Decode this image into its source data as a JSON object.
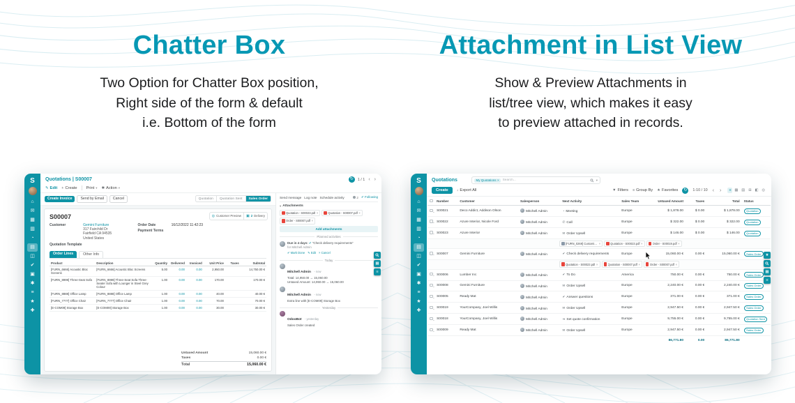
{
  "hero": {
    "left": {
      "title": "Chatter Box",
      "subtitle": "Two Option for Chatter Box position,\nRight side of the form & default\ni.e. Bottom of the form"
    },
    "right": {
      "title": "Attachment in List View",
      "subtitle": "Show & Preview Attachments in\nlist/tree view, which makes it easy\nto preview attached in records."
    }
  },
  "theme": {
    "teal": "#0d93a5",
    "heading_teal": "#0798b4",
    "pdf_red": "#e8453c"
  },
  "sidebar": {
    "logo": "S",
    "icons": [
      {
        "name": "home",
        "glyph": "⌂"
      },
      {
        "name": "discuss",
        "glyph": "✉"
      },
      {
        "name": "calendar",
        "glyph": "▦"
      },
      {
        "name": "contacts",
        "glyph": "▥"
      },
      {
        "name": "crm",
        "glyph": "◔"
      },
      {
        "name": "sales",
        "glyph": "▤",
        "active": true
      },
      {
        "name": "dashboard",
        "glyph": "◫"
      },
      {
        "name": "project",
        "glyph": "✔"
      },
      {
        "name": "inventory",
        "glyph": "▣"
      },
      {
        "name": "purchase",
        "glyph": "✱"
      },
      {
        "name": "accounting",
        "glyph": "≡"
      },
      {
        "name": "employees",
        "glyph": "★"
      },
      {
        "name": "settings",
        "glyph": "✚"
      }
    ]
  },
  "form": {
    "breadcrumb": "Quotations | S00007",
    "pager": "1 / 1",
    "actions": {
      "edit": "Edit",
      "create": "Create",
      "print": "Print",
      "action": "Action"
    },
    "buttons": {
      "create_invoice": "Create Invoice",
      "send_by_email": "Send by Email",
      "cancel": "Cancel"
    },
    "statusbar": [
      "Quotation",
      "Quotation Sent",
      "Sales Order"
    ],
    "statusbar_active": "Sales Order",
    "stat_buttons": [
      {
        "icon": "◎",
        "icon_name": "customer-preview-icon",
        "label": "Customer Preview"
      },
      {
        "icon": "▣",
        "icon_name": "delivery-icon",
        "count": "2",
        "label": "Delivery"
      }
    ],
    "record_name": "S00007",
    "fields": {
      "customer_label": "Customer",
      "customer_name": "Gemini Furniture",
      "customer_address": "317 Fairchild Dr\nFairfield CA 94535\nUnited States",
      "order_date_label": "Order Date",
      "order_date": "16/12/2022 11:42:23",
      "payment_terms_label": "Payment Terms",
      "payment_terms": "",
      "quotation_template_label": "Quotation Template"
    },
    "tabs": [
      {
        "label": "Order Lines",
        "active": true
      },
      {
        "label": "Other Info"
      }
    ],
    "table": {
      "headers": [
        "Product",
        "Description",
        "Quantity",
        "Delivered",
        "Invoiced",
        "Unit Price",
        "Taxes",
        "Subtotal"
      ],
      "rows": [
        [
          "[FURN_6666] Acoustic Bloc Screens",
          "[FURN_6666] Acoustic Bloc Screens",
          "5.00",
          "0.00",
          "0.00",
          "2,950.00",
          "",
          "14,750.00 €"
        ],
        [
          "[FURN_8999] Three-Seat Sofa",
          "[FURN_8999] Three-Seat Sofa Three-Seater Sofa with Lounger in Steel Grey Colour",
          "1.00",
          "0.00",
          "0.00",
          "170.00",
          "",
          "170.00 €"
        ],
        [
          "[FURN_8888] Office Lamp",
          "[FURN_8888] Office Lamp",
          "1.00",
          "0.00",
          "0.00",
          "40.00",
          "",
          "40.00 €"
        ],
        [
          "[FURN_7777] Office Chair",
          "[FURN_7777] Office Chair",
          "1.00",
          "0.00",
          "0.00",
          "70.00",
          "",
          "70.00 €"
        ],
        [
          "[E-COM09] Storage Box",
          "[E-COM09] Storage Box",
          "1.00",
          "0.00",
          "0.00",
          "30.00",
          "",
          "30.00 €"
        ]
      ]
    },
    "totals": {
      "untaxed_label": "Untaxed Amount",
      "untaxed": "15,060.00 €",
      "taxes_label": "Taxes",
      "taxes": "0.00 €",
      "total_label": "Total",
      "total": "15,060.00 €"
    },
    "quick_actions": [
      {
        "name": "search"
      },
      {
        "name": "apps-grid",
        "glyph": "▦"
      },
      {
        "name": "quick-menu",
        "glyph": "≡"
      }
    ]
  },
  "chatter": {
    "tabs": [
      "Send message",
      "Log note",
      "Schedule activity"
    ],
    "following_label": "Following",
    "followers_count": "2",
    "attachments_label": "Attachments",
    "attachments": [
      {
        "name": "Quotation - S00023.pdf",
        "kind": "pdf"
      },
      {
        "name": "Quotation - S00007.pdf",
        "kind": "pdf"
      },
      {
        "name": "Order - S00007.pdf",
        "kind": "pdf"
      }
    ],
    "add_attachments_label": "Add attachments",
    "planned_label": "Planned activities",
    "activity": {
      "summary_prefix": "Due in 4 days:",
      "title": "“Check delivery requirements”",
      "assignee": "for Mitchell Admin",
      "actions": [
        {
          "name": "mark-done-button",
          "icon": "✔",
          "label": "Mark Done"
        },
        {
          "name": "edit-activity-button",
          "icon": "✎",
          "label": "Edit"
        },
        {
          "name": "cancel-activity-button",
          "icon": "×",
          "label": "Cancel"
        }
      ]
    },
    "feed": [
      {
        "divider": "Today"
      },
      {
        "author": "Mitchell Admin",
        "time": "- now",
        "lines": [
          "Total: 14,950.00 → 15,060.00",
          "Untaxed Amount: 14,950.00 → 15,060.00"
        ]
      },
      {
        "author": "Mitchell Admin",
        "time": "- now",
        "lines": [
          "Extra line with [E-COM09] Storage Box"
        ]
      },
      {
        "divider": "Yesterday"
      },
      {
        "author": "OdooBot",
        "time": "- yesterday",
        "bot": true,
        "lines": [
          "Sales Order created"
        ]
      }
    ]
  },
  "list": {
    "breadcrumb": "Quotations",
    "search": {
      "facet": "My Quotations",
      "placeholder": "Search..."
    },
    "create_label": "Create",
    "export_label": "Export All",
    "filters_label": "Filters",
    "group_by_label": "Group By",
    "favorites_label": "Favorites",
    "pager": "1-10 / 10",
    "columns": [
      {
        "key": "check",
        "label": ""
      },
      {
        "key": "number",
        "label": "Number"
      },
      {
        "key": "customer",
        "label": "Customer"
      },
      {
        "key": "salesperson",
        "label": "Salesperson"
      },
      {
        "key": "activity",
        "label": "Next Activity"
      },
      {
        "key": "team",
        "label": "Sales Team"
      },
      {
        "key": "untaxed",
        "label": "Untaxed Amount"
      },
      {
        "key": "taxes",
        "label": "Taxes"
      },
      {
        "key": "total",
        "label": "Total"
      },
      {
        "key": "status",
        "label": "Status"
      }
    ],
    "rows": [
      {
        "number": "S00021",
        "customer": "Deco Addict, Addison Olson",
        "salesperson": "Mitchell Admin",
        "activity_icon": "◔",
        "activity": "Meeting",
        "team": "Europe",
        "untaxed": "$ 1,878.00",
        "taxes": "$ 0.00",
        "total": "$ 1,878.00",
        "status": "Quotation"
      },
      {
        "number": "S00022",
        "customer": "Azure Interior, Nicole Ford",
        "salesperson": "Mitchell Admin",
        "activity_icon": "✆",
        "activity": "Call",
        "team": "Europe",
        "untaxed": "$ 322.00",
        "taxes": "$ 0.00",
        "total": "$ 322.00",
        "status": "Quotation"
      },
      {
        "number": "S00023",
        "customer": "Azure Interior",
        "salesperson": "Mitchell Admin",
        "activity_icon": "✉",
        "activity": "Order Upsell",
        "team": "Europe",
        "untaxed": "$ 146.00",
        "taxes": "$ 0.00",
        "total": "$ 146.00",
        "status": "Quotation",
        "attachments": [
          {
            "name": "[FURN_0269] Customiza...",
            "kind": "file"
          },
          {
            "name": "Quotation - S00023.pdf",
            "kind": "pdf"
          },
          {
            "name": "Order - S00019.pdf",
            "kind": "pdf"
          }
        ]
      },
      {
        "number": "S00007",
        "customer": "Gemini Furniture",
        "salesperson": "Mitchell Admin",
        "activity_icon": "✔",
        "activity": "Check delivery requirements",
        "team": "Europe",
        "untaxed": "15,060.00 €",
        "taxes": "0.00 €",
        "total": "15,060.00 €",
        "status": "Sales Order",
        "attachments": [
          {
            "name": "Quotation - S00023.pdf",
            "kind": "pdf"
          },
          {
            "name": "Quotation - S00007.pdf",
            "kind": "pdf"
          },
          {
            "name": "Order - S00007.pdf",
            "kind": "pdf"
          }
        ]
      },
      {
        "number": "S00006",
        "customer": "Lumber Inc",
        "salesperson": "Mitchell Admin",
        "activity_icon": "✔",
        "activity": "To Do",
        "team": "America",
        "untaxed": "750.00 €",
        "taxes": "0.00 €",
        "total": "750.00 €",
        "status": "Sales Order"
      },
      {
        "number": "S00008",
        "customer": "Gemini Furniture",
        "salesperson": "Mitchell Admin",
        "activity_icon": "✉",
        "activity": "Order Upsell",
        "team": "Europe",
        "untaxed": "2,240.00 €",
        "taxes": "0.00 €",
        "total": "2,240.00 €",
        "status": "Sales Order"
      },
      {
        "number": "S00005",
        "customer": "Ready Mat",
        "salesperson": "Mitchell Admin",
        "activity_icon": "✔",
        "activity": "Answer questions",
        "team": "Europe",
        "untaxed": "371.00 €",
        "taxes": "0.00 €",
        "total": "371.00 €",
        "status": "Sales Order"
      },
      {
        "number": "S00019",
        "customer": "YourCompany, Joel Willis",
        "salesperson": "Mitchell Admin",
        "activity_icon": "✉",
        "activity": "Order Upsell",
        "team": "Europe",
        "untaxed": "2,947.50 €",
        "taxes": "0.00 €",
        "total": "2,947.50 €",
        "status": "Sales Order"
      },
      {
        "number": "S00018",
        "customer": "YourCompany, Joel Willis",
        "salesperson": "Mitchell Admin",
        "activity_icon": "➔",
        "activity": "Set quote confirmation",
        "team": "Europe",
        "untaxed": "9,755.00 €",
        "taxes": "0.00 €",
        "total": "9,755.00 €",
        "status": "Quotation Sent"
      },
      {
        "number": "S00009",
        "customer": "Ready Mat",
        "salesperson": "Mitchell Admin",
        "activity_icon": "✉",
        "activity": "Order Upsell",
        "team": "Europe",
        "untaxed": "2,947.50 €",
        "taxes": "0.00 €",
        "total": "2,947.50 €",
        "status": "Sales Order"
      }
    ],
    "totals": {
      "untaxed": "86,771.80",
      "taxes": "0.00",
      "total": "86,771.80"
    },
    "view_icons": [
      {
        "name": "list-view",
        "glyph": "≡",
        "active": true
      },
      {
        "name": "kanban-view",
        "glyph": "▦"
      },
      {
        "name": "calendar-view",
        "glyph": "▤"
      },
      {
        "name": "pivot-view",
        "glyph": "⊞"
      },
      {
        "name": "graph-view",
        "glyph": "◧"
      },
      {
        "name": "map-view",
        "glyph": "◎"
      }
    ],
    "quick_actions": [
      {
        "name": "favorites",
        "glyph": "★"
      },
      {
        "name": "search"
      },
      {
        "name": "apps-grid",
        "glyph": "▦"
      },
      {
        "name": "quick-menu",
        "glyph": "≡"
      }
    ]
  }
}
